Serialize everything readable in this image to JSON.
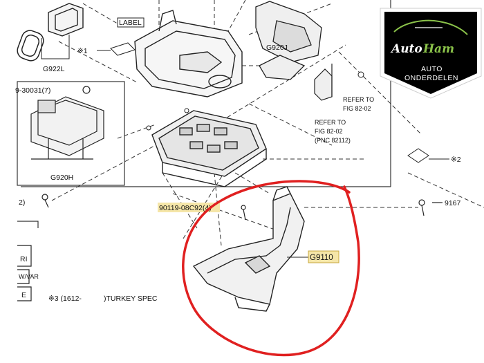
{
  "diagram": {
    "labels": {
      "label_tag": "LABEL",
      "g922l": "G922L",
      "note1": "※1",
      "part_9_30031": "9-30031(7)",
      "g920h": "G920H",
      "g920j": "G920J",
      "refer1_line1": "REFER TO",
      "refer1_line2": "FIG 82-02",
      "refer2_line1": "REFER TO",
      "refer2_line2": "FIG 82-02",
      "refer2_line3": "(PNC 82112)",
      "note2": "※2",
      "part_2": "2)",
      "part_9167": "9167",
      "part_90119": "90119-08C92(4)",
      "g9110": "G9110",
      "ri": "RI",
      "wvar": "W/VAR",
      "e": "E",
      "note3": "※3 (1612-",
      "turkey_spec": ")TURKEY SPEC"
    }
  },
  "logo": {
    "brand_auto": "Auto",
    "brand_ham": "Ham",
    "sub1": "AUTO",
    "sub2": "ONDERDELEN"
  },
  "colors": {
    "ink": "#1a1a1a",
    "highlight": "#f5e6a8",
    "circle": "#e02020",
    "logo_bg": "#000000",
    "logo_accent": "#8bc34a"
  }
}
